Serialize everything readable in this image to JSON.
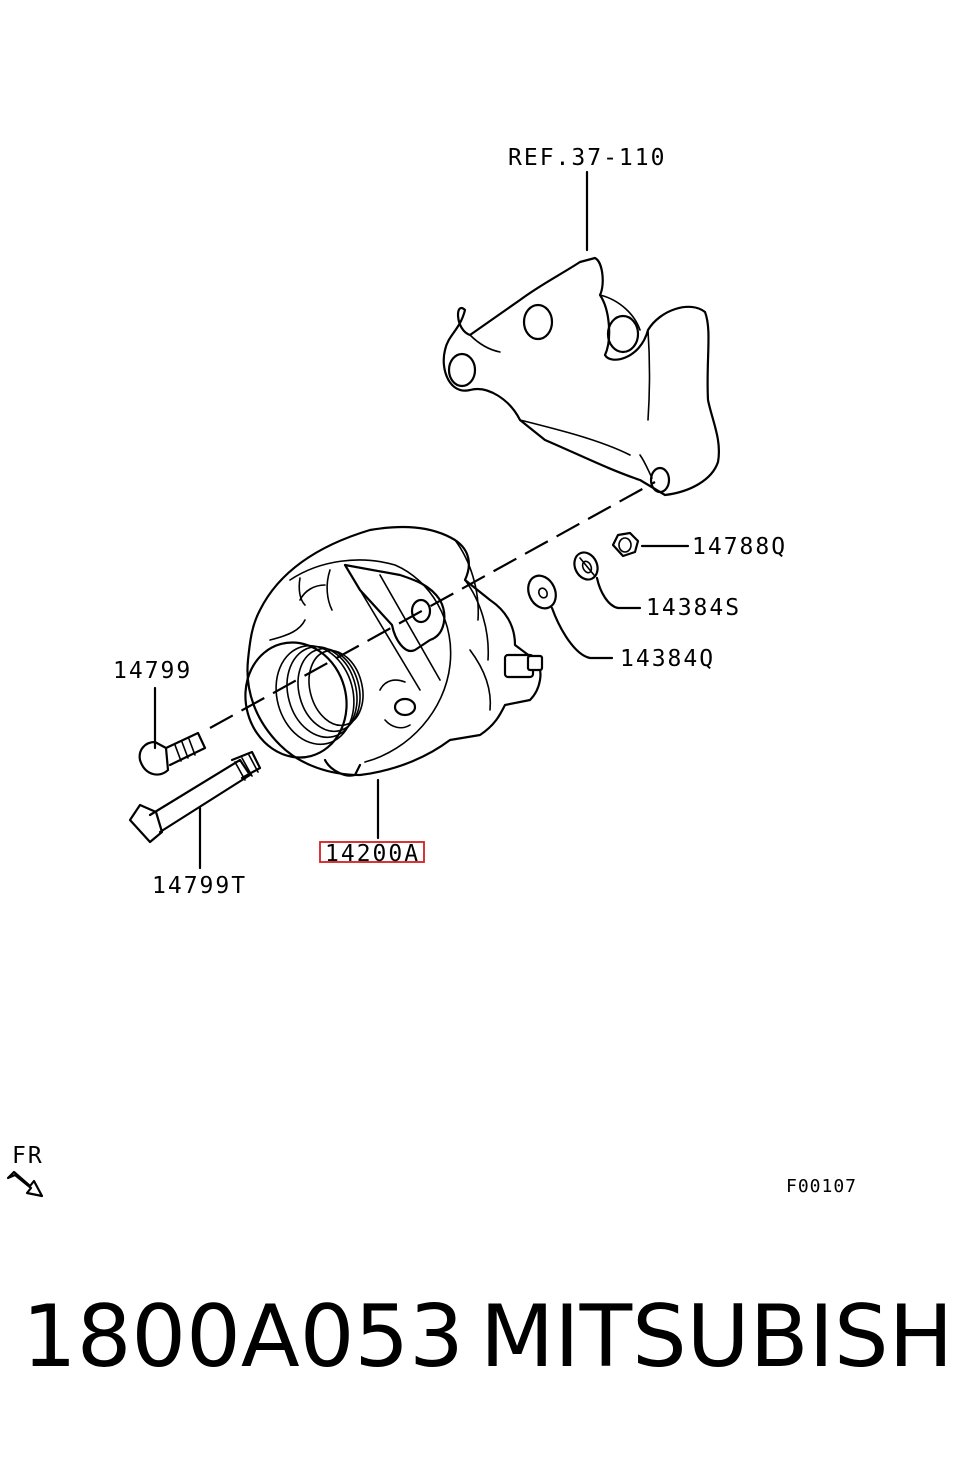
{
  "diagram": {
    "ref_label": "REF.37-110",
    "callouts": {
      "nut": "14788Q",
      "spring_washer": "14384S",
      "washer": "14384Q",
      "bolt": "14799",
      "long_bolt": "14799T",
      "alternator": "14200A"
    },
    "highlighted_part": "14200A",
    "front_label": "FR",
    "figure_code": "F00107"
  },
  "footer": {
    "part_number": "1800A053",
    "brand": "MITSUBISHI"
  },
  "colors": {
    "line": "#000000",
    "highlight": "#d42020",
    "background": "#ffffff"
  }
}
